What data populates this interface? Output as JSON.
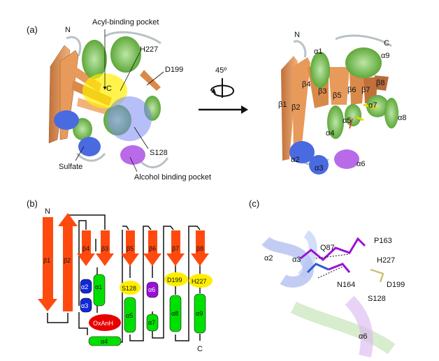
{
  "panel_a": {
    "label": "(a)",
    "left": {
      "n_term": "N",
      "c_term": "C",
      "acyl_pocket": "Acyl-binding pocket",
      "h227": "H227",
      "d199": "D199",
      "s128": "S128",
      "sulfate": "Sulfate",
      "alcohol_pocket": "Alcohol binding pocket"
    },
    "rotation": "45º",
    "right": {
      "n_term": "N",
      "c_term": "C",
      "a1": "α1",
      "a9": "α9",
      "b4": "β4",
      "b3": "β3",
      "b5": "β5",
      "b6": "β6",
      "b7": "β7",
      "b8": "β8",
      "b1": "β1",
      "b2": "β2",
      "a7": "α7",
      "a5": "α5",
      "a8": "α8",
      "a4": "α4",
      "a2": "α2",
      "a3": "α3",
      "a6": "α6"
    }
  },
  "panel_b": {
    "label": "(b)",
    "n_term": "N",
    "c_term": "C",
    "strands": [
      "β1",
      "β2",
      "β4",
      "β3",
      "β5",
      "β6",
      "β7",
      "β8"
    ],
    "helices": [
      "α2",
      "α3",
      "α1",
      "α5",
      "α6",
      "α7",
      "α8",
      "α9",
      "α4"
    ],
    "s128": "S128",
    "d199": "D199",
    "h227": "H227",
    "oxanh": "OxAnH"
  },
  "panel_c": {
    "label": "(c)",
    "a2": "α2",
    "a3": "α3",
    "q87": "Q87",
    "p163": "P163",
    "h227": "H227",
    "n164": "N164",
    "d199": "D199",
    "s128": "S128",
    "a6": "α6"
  },
  "colors": {
    "strand": "#ff4a0f",
    "helix_green": "#00e000",
    "helix_blue": "#1028d8",
    "helix_purple": "#9a10d8",
    "highlight_yellow": "#ffee00",
    "oxanh_red": "#e80000",
    "cartoon_green": "#7cc45a",
    "cartoon_orange": "#d98a4a",
    "cartoon_blue": "#4a6ae0",
    "cartoon_purple": "#b86ae8"
  }
}
